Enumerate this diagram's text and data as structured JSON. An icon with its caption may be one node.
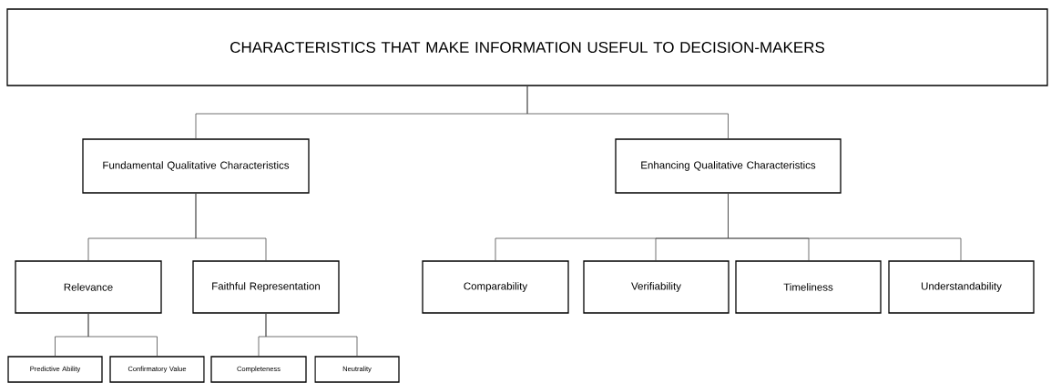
{
  "diagram": {
    "nodes": [
      {
        "text": [
          "CHARACTERISTICS THAT MAKE INFORMATION USEFUL TO DECISION-MAKERS"
        ]
      },
      {
        "text": [
          "Fundamental Qualitative Characteristics"
        ]
      },
      {
        "text": [
          "Enhancing Qualitative Characteristics"
        ]
      },
      {
        "text": [
          "Relevance"
        ]
      },
      {
        "text": [
          "Faithful Representation"
        ]
      },
      {
        "text": [
          "Comparability"
        ]
      },
      {
        "text": [
          "Verifiability"
        ]
      },
      {
        "text": [
          "Timeliness"
        ]
      },
      {
        "text": [
          "Understandability"
        ]
      },
      {
        "text": [
          "Predictive Ability"
        ]
      },
      {
        "text": [
          "Confirmatory Value"
        ]
      },
      {
        "text": [
          "Completeness"
        ]
      },
      {
        "text": [
          "Neutrality"
        ]
      }
    ],
    "edges": [
      {
        "from": 0,
        "to": 1,
        "arrow": "none"
      },
      {
        "from": 0,
        "to": 2,
        "arrow": "none"
      },
      {
        "from": 1,
        "to": 3,
        "arrow": "none"
      },
      {
        "from": 1,
        "to": 4,
        "arrow": "none"
      },
      {
        "from": 2,
        "to": 5,
        "arrow": "none"
      },
      {
        "from": 2,
        "to": 6,
        "arrow": "none"
      },
      {
        "from": 2,
        "to": 7,
        "arrow": "none"
      },
      {
        "from": 2,
        "to": 8,
        "arrow": "none"
      },
      {
        "from": 3,
        "to": 9,
        "arrow": "none"
      },
      {
        "from": 3,
        "to": 10,
        "arrow": "none"
      },
      {
        "from": 4,
        "to": 11,
        "arrow": "none"
      },
      {
        "from": 4,
        "to": 12,
        "arrow": "none"
      }
    ]
  }
}
